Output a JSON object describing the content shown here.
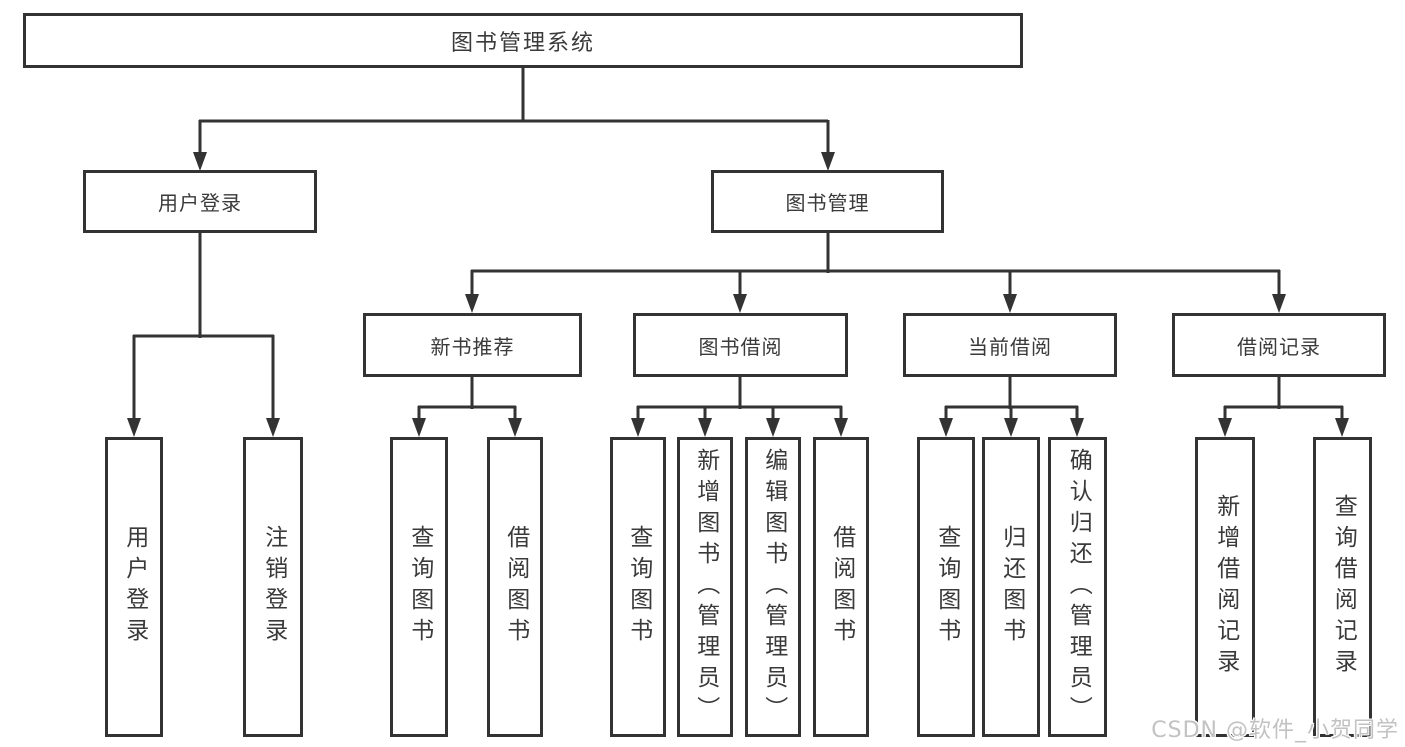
{
  "tree": {
    "root": "图书管理系统",
    "user_login": {
      "label": "用户登录",
      "children": {
        "login": "用户登录",
        "logout": "注销登录"
      }
    },
    "book_mgmt": {
      "label": "图书管理",
      "children": {
        "new_book_rec": {
          "label": "新书推荐",
          "children": {
            "query_books": "查询图书",
            "borrow_books": "借阅图书"
          }
        },
        "book_borrow": {
          "label": "图书借阅",
          "children": {
            "query_books": "查询图书",
            "add_books": "新增图书（管理员）",
            "edit_books": "编辑图书（管理员）",
            "borrow_books": "借阅图书"
          }
        },
        "current_borrow": {
          "label": "当前借阅",
          "children": {
            "query_books": "查询图书",
            "return_books": "归还图书",
            "confirm_return": "确认归还（管理员）"
          }
        },
        "borrow_records": {
          "label": "借阅记录",
          "children": {
            "add_record": "新增借阅记录",
            "query_record": "查询借阅记录"
          }
        }
      }
    }
  },
  "watermark": "CSDN @软件_小贺同学",
  "colors": {
    "line": "#333333",
    "text": "#3a3a3a",
    "watermark": "#c2c2c2",
    "background": "#ffffff"
  }
}
